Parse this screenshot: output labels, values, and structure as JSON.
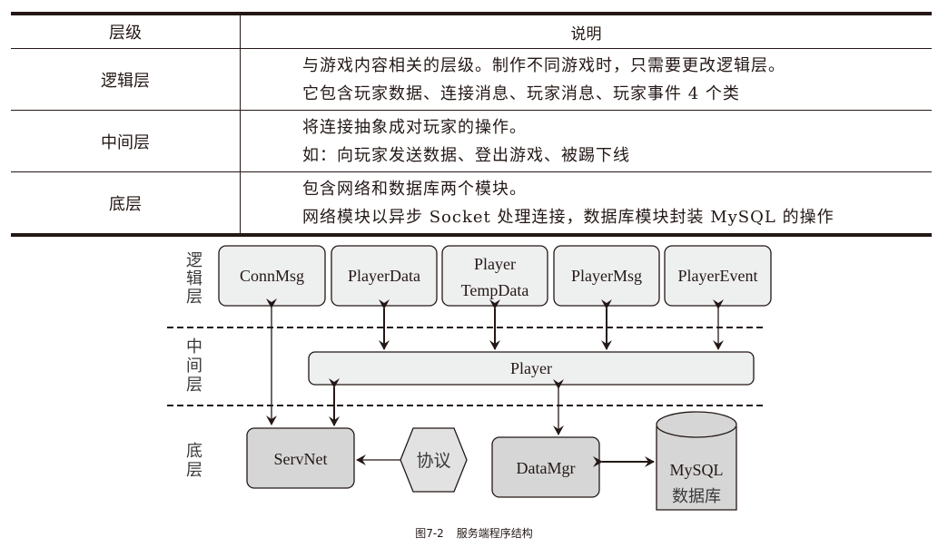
{
  "table": {
    "headers": [
      "层级",
      "说明"
    ],
    "rows": [
      {
        "layer": "逻辑层",
        "lines": [
          "与游戏内容相关的层级。制作不同游戏时，只需要更改逻辑层。",
          "它包含玩家数据、连接消息、玩家消息、玩家事件 4 个类"
        ]
      },
      {
        "layer": "中间层",
        "lines": [
          "将连接抽象成对玩家的操作。",
          "如：向玩家发送数据、登出游戏、被踢下线"
        ]
      },
      {
        "layer": "底层",
        "lines": [
          "包含网络和数据库两个模块。",
          "网络模块以异步 Socket 处理连接，数据库模块封装 MySQL 的操作"
        ]
      }
    ]
  },
  "diagram": {
    "layer_labels": {
      "logic": [
        "逻",
        "辑",
        "层"
      ],
      "middle": [
        "中",
        "间",
        "层"
      ],
      "bottom": [
        "底",
        "层"
      ]
    },
    "logic_boxes": [
      {
        "id": "connmsg",
        "lines": [
          "ConnMsg"
        ]
      },
      {
        "id": "playerdata",
        "lines": [
          "PlayerData"
        ]
      },
      {
        "id": "playertempdata",
        "lines": [
          "Player",
          "TempData"
        ]
      },
      {
        "id": "playermsg",
        "lines": [
          "PlayerMsg"
        ]
      },
      {
        "id": "playerevent",
        "lines": [
          "PlayerEvent"
        ]
      }
    ],
    "middle_box": {
      "label": "Player"
    },
    "bottom": {
      "servnet": "ServNet",
      "protocol": "协议",
      "datamgr": "DataMgr",
      "database": [
        "MySQL",
        "数据库"
      ]
    },
    "colors": {
      "logic_fill": "#eeefef",
      "bottom_fill": "#d6d6d6",
      "stroke": "#231815"
    }
  },
  "caption": {
    "figure": "图7-2",
    "title": "服务端程序结构"
  }
}
